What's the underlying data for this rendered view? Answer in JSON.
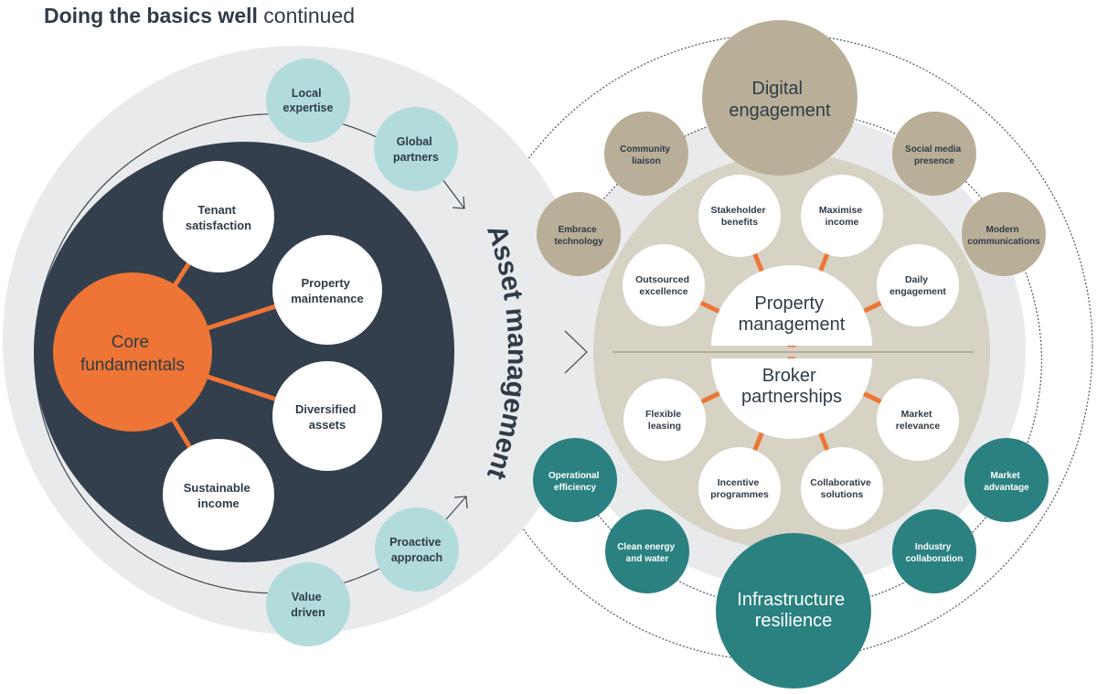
{
  "title": {
    "bold": "Doing the basics well",
    "regular": "continued"
  },
  "colors": {
    "grey": "#e9eaeb",
    "navy": "#333f4c",
    "orange": "#ee7535",
    "teal_light": "#b2dcdc",
    "teal": "#2a8180",
    "beige": "#b9af98",
    "beige_light": "#d6d2c4",
    "text": "#2f3b48"
  },
  "left": {
    "core": {
      "lines": [
        "Core",
        "fundamentals"
      ]
    },
    "pillars": [
      {
        "lines": [
          "Tenant",
          "satisfaction"
        ]
      },
      {
        "lines": [
          "Property",
          "maintenance"
        ]
      },
      {
        "lines": [
          "Diversified",
          "assets"
        ]
      },
      {
        "lines": [
          "Sustainable",
          "income"
        ]
      }
    ],
    "approach": [
      {
        "lines": [
          "Local",
          "expertise"
        ]
      },
      {
        "lines": [
          "Global",
          "partners"
        ]
      },
      {
        "lines": [
          "Proactive",
          "approach"
        ]
      },
      {
        "lines": [
          "Value",
          "driven"
        ]
      }
    ],
    "asset_management_label": "Asset management"
  },
  "right": {
    "property_management": {
      "lines": [
        "Property",
        "management"
      ],
      "items": [
        {
          "lines": [
            "Stakeholder",
            "benefits"
          ]
        },
        {
          "lines": [
            "Maximise",
            "income"
          ]
        },
        {
          "lines": [
            "Outsourced",
            "excellence"
          ]
        },
        {
          "lines": [
            "Daily",
            "engagement"
          ]
        }
      ]
    },
    "broker_partnerships": {
      "lines": [
        "Broker",
        "partnerships"
      ],
      "items": [
        {
          "lines": [
            "Flexible",
            "leasing"
          ]
        },
        {
          "lines": [
            "Market",
            "relevance"
          ]
        },
        {
          "lines": [
            "Incentive",
            "programmes"
          ]
        },
        {
          "lines": [
            "Collaborative",
            "solutions"
          ]
        }
      ]
    },
    "digital": {
      "main": {
        "lines": [
          "Digital",
          "engagement"
        ]
      },
      "items": [
        {
          "lines": [
            "Community",
            "liaison"
          ]
        },
        {
          "lines": [
            "Embrace",
            "technology"
          ]
        },
        {
          "lines": [
            "Social media",
            "presence"
          ]
        },
        {
          "lines": [
            "Modern",
            "communications"
          ]
        }
      ]
    },
    "infrastructure": {
      "main": {
        "lines": [
          "Infrastructure",
          "resilience"
        ]
      },
      "items": [
        {
          "lines": [
            "Operational",
            "efficiency"
          ]
        },
        {
          "lines": [
            "Clean energy",
            "and water"
          ]
        },
        {
          "lines": [
            "Industry",
            "collaboration"
          ]
        },
        {
          "lines": [
            "Market",
            "advantage"
          ]
        }
      ]
    }
  }
}
